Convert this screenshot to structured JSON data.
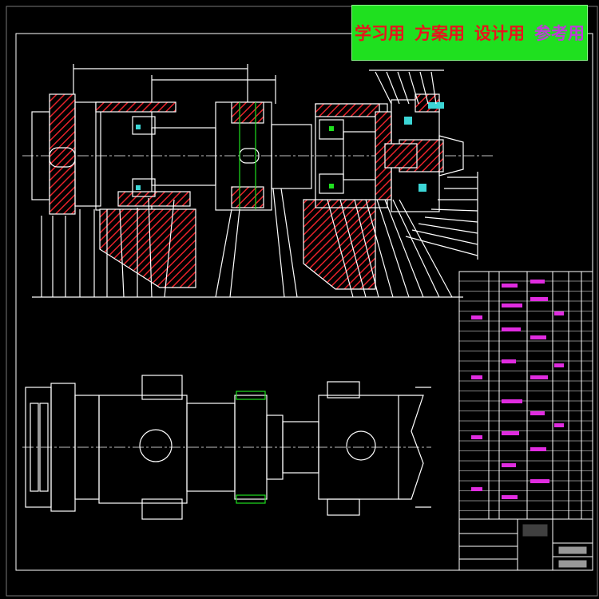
{
  "banner": {
    "labels": [
      "学习用",
      "方案用",
      "设计用",
      "参考用"
    ]
  },
  "colors": {
    "background": "#000000",
    "line": "#ffffff",
    "hatch": "#e8222a",
    "accent_green": "#1fe01f",
    "cyan": "#3cd6d6",
    "magenta": "#e02ce0"
  }
}
